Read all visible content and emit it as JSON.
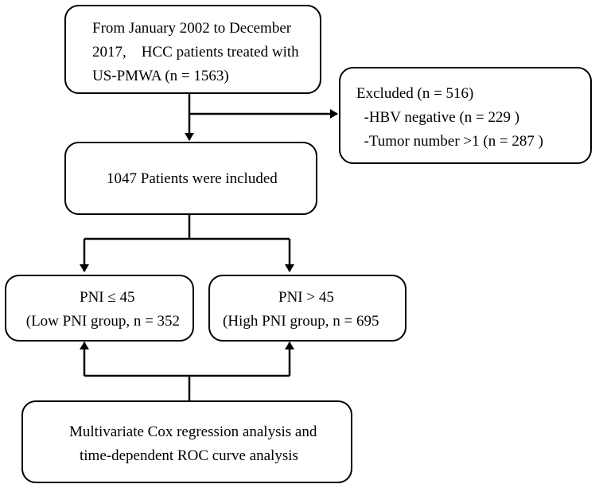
{
  "flowchart": {
    "source": {
      "lines": [
        "From January 2002 to December",
        "2017,    HCC patients treated with",
        "US-PMWA (n = 1563)"
      ]
    },
    "excluded": {
      "lines": [
        "Excluded (n = 516)",
        "  -HBV negative (n = 229 )",
        "  -Tumor number >1 (n = 287 )"
      ]
    },
    "included": {
      "lines": [
        "1047 Patients were included"
      ]
    },
    "low_group": {
      "lines": [
        "PNI ≤ 45",
        " (Low PNI group, n = 352"
      ]
    },
    "high_group": {
      "lines": [
        "PNI > 45",
        "(High PNI group, n = 695"
      ]
    },
    "analysis": {
      "lines": [
        "Multivariate Cox regression analysis and",
        "time-dependent ROC curve analysis"
      ]
    }
  },
  "colors": {
    "stroke": "#000000",
    "background": "#ffffff"
  }
}
